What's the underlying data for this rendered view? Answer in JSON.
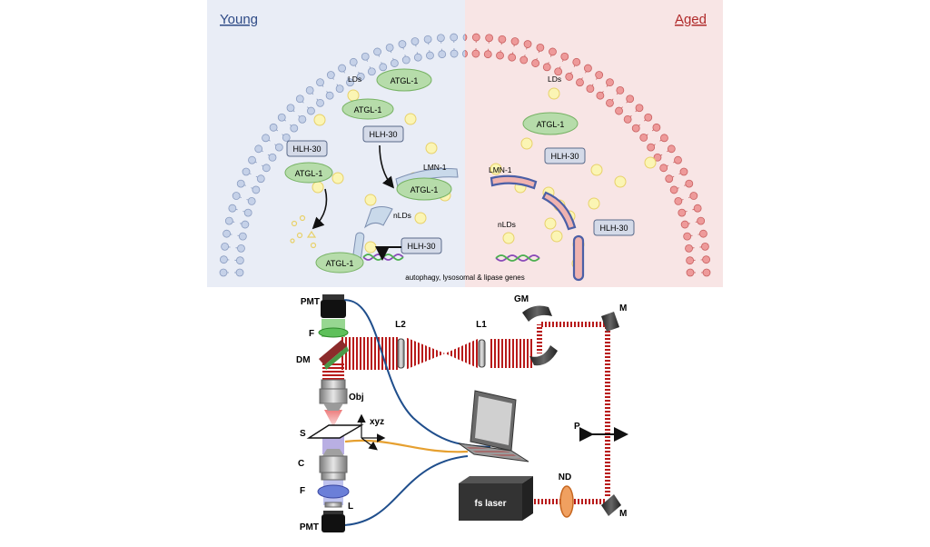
{
  "top_panel": {
    "young": {
      "title": "Young",
      "labels": {
        "lds": "LDs",
        "lmn": "LMN-1",
        "nlds": "nLDs"
      },
      "atgl_labels": [
        "ATGL-1",
        "ATGL-1",
        "ATGL-1",
        "ATGL-1",
        "ATGL-1"
      ],
      "hlh_labels": [
        "HLH-30",
        "HLH-30",
        "HLH-30"
      ]
    },
    "aged": {
      "title": "Aged",
      "labels": {
        "lds": "LDs",
        "lmn": "LMN-1",
        "nlds": "nLDs"
      },
      "atgl_labels": [
        "ATGL-1"
      ],
      "hlh_labels": [
        "HLH-30",
        "HLH-30"
      ]
    },
    "genes_caption": "autophagy, lysosomal & lipase genes",
    "colors": {
      "young_bg": "#e9edf6",
      "aged_bg": "#f8e5e5",
      "young_membrane": "#c5d1e8",
      "aged_membrane": "#ee9a9a",
      "atgl_fill": "#b6dcaa",
      "hlh_fill": "#d4dae8",
      "ld_fill": "#fbf5b4",
      "ld_stroke": "#e8d16a",
      "lamina_young": "#c9d9ea",
      "lamina_aged_fill": "#efb3b0",
      "lamina_aged_stroke": "#4b5fa6"
    }
  },
  "bottom_panel": {
    "labels": {
      "pmt_top": "PMT",
      "filter_top": "F",
      "dichroic": "DM",
      "objective": "Obj",
      "sample": "S",
      "stage_axes": "xyz",
      "condenser": "C",
      "filter_bottom": "F",
      "lens_bottom": "L",
      "pmt_bottom": "PMT",
      "lens2": "L2",
      "lens1": "L1",
      "galvo": "GM",
      "mirror_top": "M",
      "mirror_bottom": "M",
      "polarization": "P",
      "nd_filter": "ND",
      "laser": "fs laser"
    },
    "colors": {
      "beam": "#b81a1a",
      "cable_blue": "#1f4e8c",
      "cable_orange": "#e6a030",
      "filter_green": "#5ec05a",
      "filter_blue": "#6b7fd8",
      "nd_orange": "#f0a060"
    }
  }
}
